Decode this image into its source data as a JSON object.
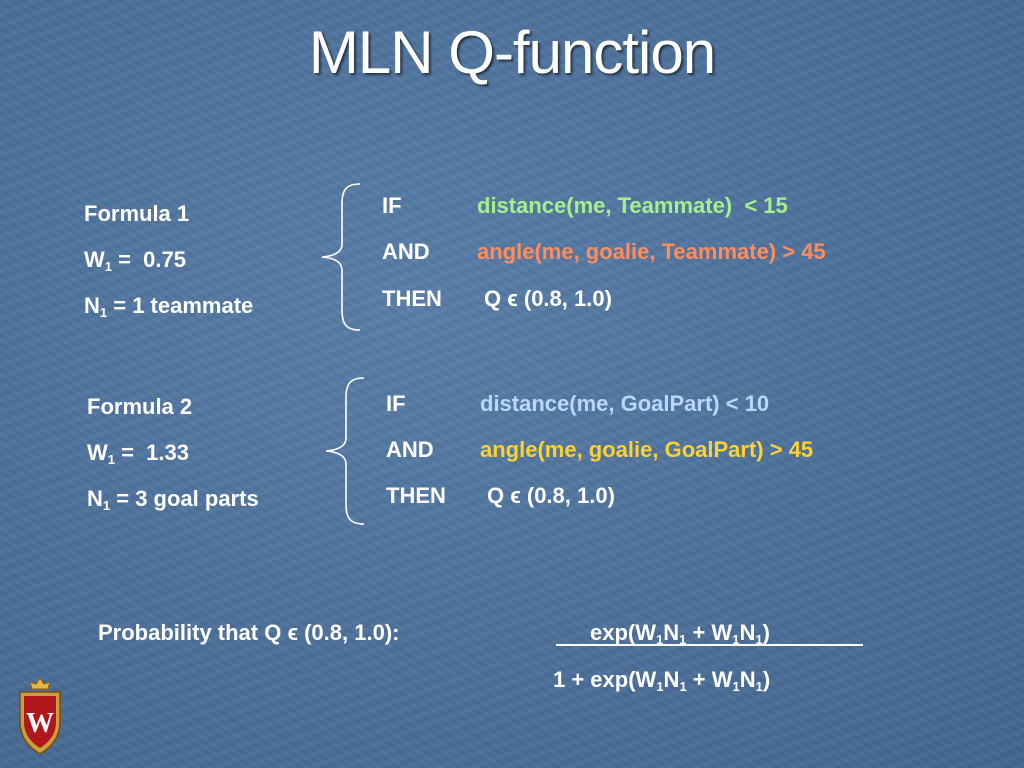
{
  "title": "MLN Q-function",
  "colors": {
    "background": "#4f739e",
    "text": "#ffffff",
    "green": "#a6f08a",
    "orange": "#ff8c5a",
    "blue": "#b8d6ff",
    "yellow": "#ffd12e"
  },
  "formula1": {
    "name": "Formula 1",
    "weight_label": "W",
    "weight_sub": "1",
    "weight_value": " =  0.75",
    "count_label": "N",
    "count_sub": "1",
    "count_value": " = 1 teammate",
    "rule": {
      "if_kw": "IF",
      "if_cond": "distance(me, Teammate)  < 15",
      "and_kw": "AND",
      "and_cond": "angle(me, goalie, Teammate) > 45",
      "then_kw": "THEN",
      "then_result": "Q ϵ (0.8, 1.0)"
    }
  },
  "formula2": {
    "name": "Formula 2",
    "weight_label": "W",
    "weight_sub": "1",
    "weight_value": " =  1.33",
    "count_label": "N",
    "count_sub": "1",
    "count_value": " = 3 goal parts",
    "rule": {
      "if_kw": "IF",
      "if_cond": "distance(me, GoalPart) < 10",
      "and_kw": "AND",
      "and_cond": "angle(me, goalie, GoalPart) > 45",
      "then_kw": "THEN",
      "then_result": "Q ϵ (0.8, 1.0)"
    }
  },
  "probability": {
    "label": "Probability that Q ϵ (0.8, 1.0):",
    "numerator": {
      "prefix": "exp(W",
      "s1": "1",
      "mid1": "N",
      "s2": "1",
      "mid2": " + W",
      "s3": "1",
      "mid3": "N",
      "s4": "1",
      "suffix": ")"
    },
    "denominator": {
      "prefix": "1 + exp(W",
      "s1": "1",
      "mid1": "N",
      "s2": "1",
      "mid2": " + W",
      "s3": "1",
      "mid3": "N",
      "s4": "1",
      "suffix": ")"
    }
  },
  "logo": {
    "icon": "uw-crest-icon",
    "letter": "W"
  }
}
